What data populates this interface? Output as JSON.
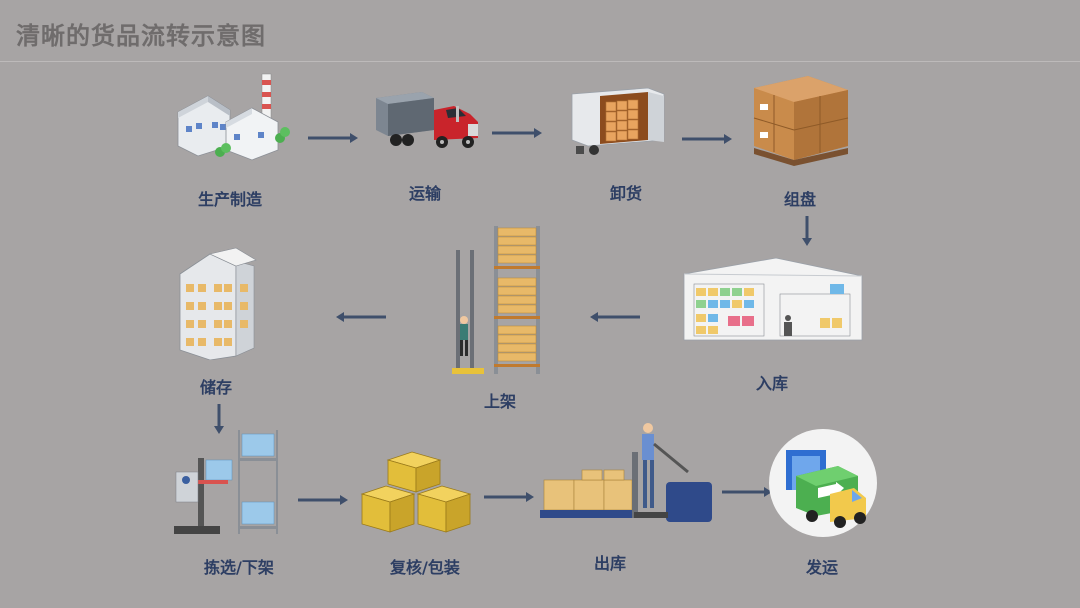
{
  "title": "清晰的货品流转示意图",
  "colors": {
    "background": "#a7a4a4",
    "label": "#2d3e63",
    "arrow": "#3f4f6b",
    "title": "#6f6c6c"
  },
  "steps": [
    {
      "label": "生产制造",
      "icon": "factory-icon"
    },
    {
      "label": "运输",
      "icon": "truck-icon"
    },
    {
      "label": "卸货",
      "icon": "unloading-trailer-icon"
    },
    {
      "label": "组盘",
      "icon": "pallet-boxes-icon"
    },
    {
      "label": "入库",
      "icon": "warehouse-icon"
    },
    {
      "label": "上架",
      "icon": "forklift-rack-icon"
    },
    {
      "label": "储存",
      "icon": "storage-building-icon"
    },
    {
      "label": "拣选/下架",
      "icon": "picker-lift-icon"
    },
    {
      "label": "复核/包装",
      "icon": "packed-boxes-icon"
    },
    {
      "label": "出库",
      "icon": "pallet-jack-icon"
    },
    {
      "label": "发运",
      "icon": "delivery-van-icon"
    }
  ]
}
